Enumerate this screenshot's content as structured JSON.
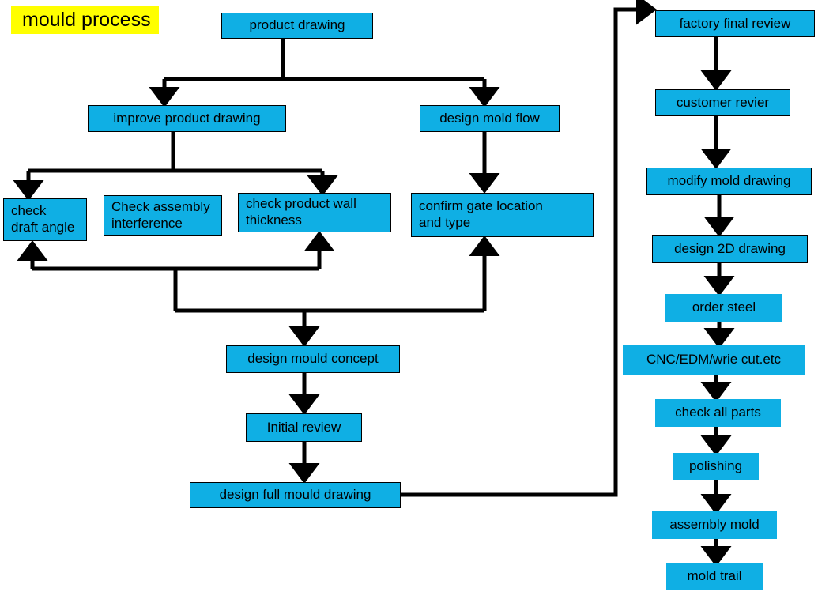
{
  "diagram": {
    "title": "mould process",
    "title_highlight_color": "#FFFF00",
    "node_fill_color": "#0FAFE4",
    "node_border_color": "#000000",
    "connector_color": "#000000",
    "background_color": "#FFFFFF"
  },
  "nodes": {
    "product_drawing": "product drawing",
    "improve_product_drawing": "improve product drawing",
    "design_mold_flow": "design mold flow",
    "check_draft_angle": "check\ndraft angle",
    "check_assembly_interference": "Check assembly\ninterference",
    "check_product_wall_thickness": "check product  wall\nthickness",
    "confirm_gate_location": "confirm gate location\nand type",
    "design_mould_concept": "design mould concept",
    "initial_review": "Initial review",
    "design_full_mould_drawing": "design full mould drawing",
    "factory_final_review": "factory final review",
    "customer_revier": "customer revier",
    "modify_mold_drawing": "modify mold drawing",
    "design_2d_drawing": "design 2D drawing",
    "order_steel": "order steel",
    "cnc_edm": "CNC/EDM/wrie  cut.etc",
    "check_all_parts": "check all parts",
    "polishing": "polishing",
    "assembly_mold": "assembly mold",
    "mold_trail": "mold trail"
  },
  "flow_edges": [
    {
      "from": "product_drawing",
      "to": "improve_product_drawing"
    },
    {
      "from": "product_drawing",
      "to": "design_mold_flow"
    },
    {
      "from": "improve_product_drawing",
      "to": "check_draft_angle"
    },
    {
      "from": "improve_product_drawing",
      "to": "check_product_wall_thickness"
    },
    {
      "from": "check_draft_angle",
      "to": "design_mould_concept"
    },
    {
      "from": "check_product_wall_thickness",
      "to": "design_mould_concept"
    },
    {
      "from": "design_mold_flow",
      "to": "confirm_gate_location"
    },
    {
      "from": "confirm_gate_location",
      "to": "design_mould_concept"
    },
    {
      "from": "design_mould_concept",
      "to": "initial_review"
    },
    {
      "from": "initial_review",
      "to": "design_full_mould_drawing"
    },
    {
      "from": "design_full_mould_drawing",
      "to": "factory_final_review"
    },
    {
      "from": "factory_final_review",
      "to": "customer_revier"
    },
    {
      "from": "customer_revier",
      "to": "modify_mold_drawing"
    },
    {
      "from": "modify_mold_drawing",
      "to": "design_2d_drawing"
    },
    {
      "from": "design_2d_drawing",
      "to": "order_steel"
    },
    {
      "from": "order_steel",
      "to": "cnc_edm"
    },
    {
      "from": "cnc_edm",
      "to": "check_all_parts"
    },
    {
      "from": "check_all_parts",
      "to": "polishing"
    },
    {
      "from": "polishing",
      "to": "assembly_mold"
    },
    {
      "from": "assembly_mold",
      "to": "mold_trail"
    }
  ]
}
